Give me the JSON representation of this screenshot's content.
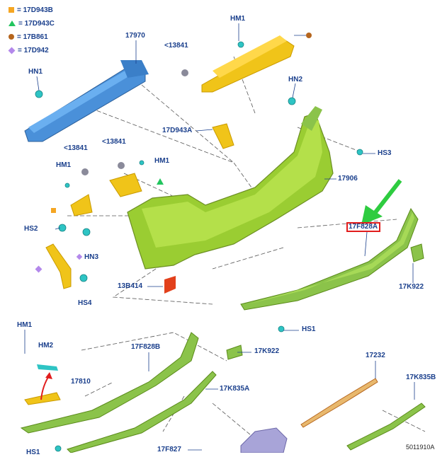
{
  "legend": [
    {
      "symbol": "square-icon",
      "color": "#f5a623",
      "text": "= 17D943B"
    },
    {
      "symbol": "triangle-icon",
      "color": "#22c55e",
      "text": "= 17D943C"
    },
    {
      "symbol": "circle-icon",
      "color": "#b5651d",
      "text": "= 17B861"
    },
    {
      "symbol": "diamond-icon",
      "color": "#b388eb",
      "text": "= 17D942"
    }
  ],
  "labels": {
    "l17970": "17970",
    "lHM1_top": "HM1",
    "l13841_top": "<13841",
    "lHN1": "HN1",
    "lHN2": "HN2",
    "l17D943A": "17D943A",
    "lHS3": "HS3",
    "l13841_sq": "<13841",
    "l13841_tri": "<13841",
    "lHM1_left": "HM1",
    "lHM1_mid": "HM1",
    "l17906": "17906",
    "lHS2": "HS2",
    "lHN3": "HN3",
    "l17F828A": "17F828A",
    "l13B414": "13B414",
    "lHS4": "HS4",
    "l17K922_right": "17K922",
    "lHS1": "HS1",
    "lHM1_low": "HM1",
    "lHM2": "HM2",
    "l17F828B": "17F828B",
    "l17K922_low": "17K922",
    "l17232": "17232",
    "l17810": "17810",
    "l17K835A": "17K835A",
    "l17K835B": "17K835B",
    "l17F827": "17F827",
    "lHS1_cut": "HS1",
    "lcode": "5011910A"
  },
  "colors": {
    "label": "#1a3f8c",
    "bumper": "#9acd32",
    "beam": "#4a90d9",
    "bracket": "#f0c419",
    "fastener": "#2ec4c4",
    "highlight": "#e11d1d",
    "arrow": "#2ecc40"
  }
}
